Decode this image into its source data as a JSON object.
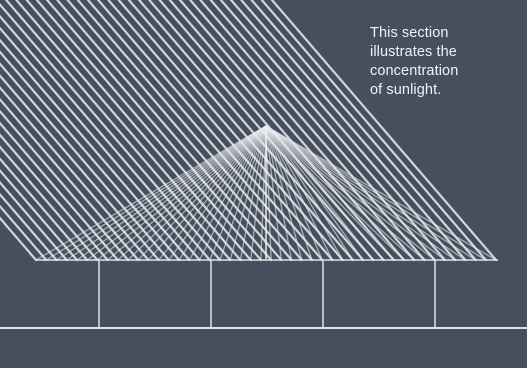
{
  "caption": {
    "lines": [
      "This section",
      "illustrates the",
      "concentration",
      "of sunlight."
    ]
  },
  "colors": {
    "background": "#454f5e",
    "rays": "#e6e9ec",
    "structure": "#dfe3e7",
    "text": "#f1f3f5"
  }
}
